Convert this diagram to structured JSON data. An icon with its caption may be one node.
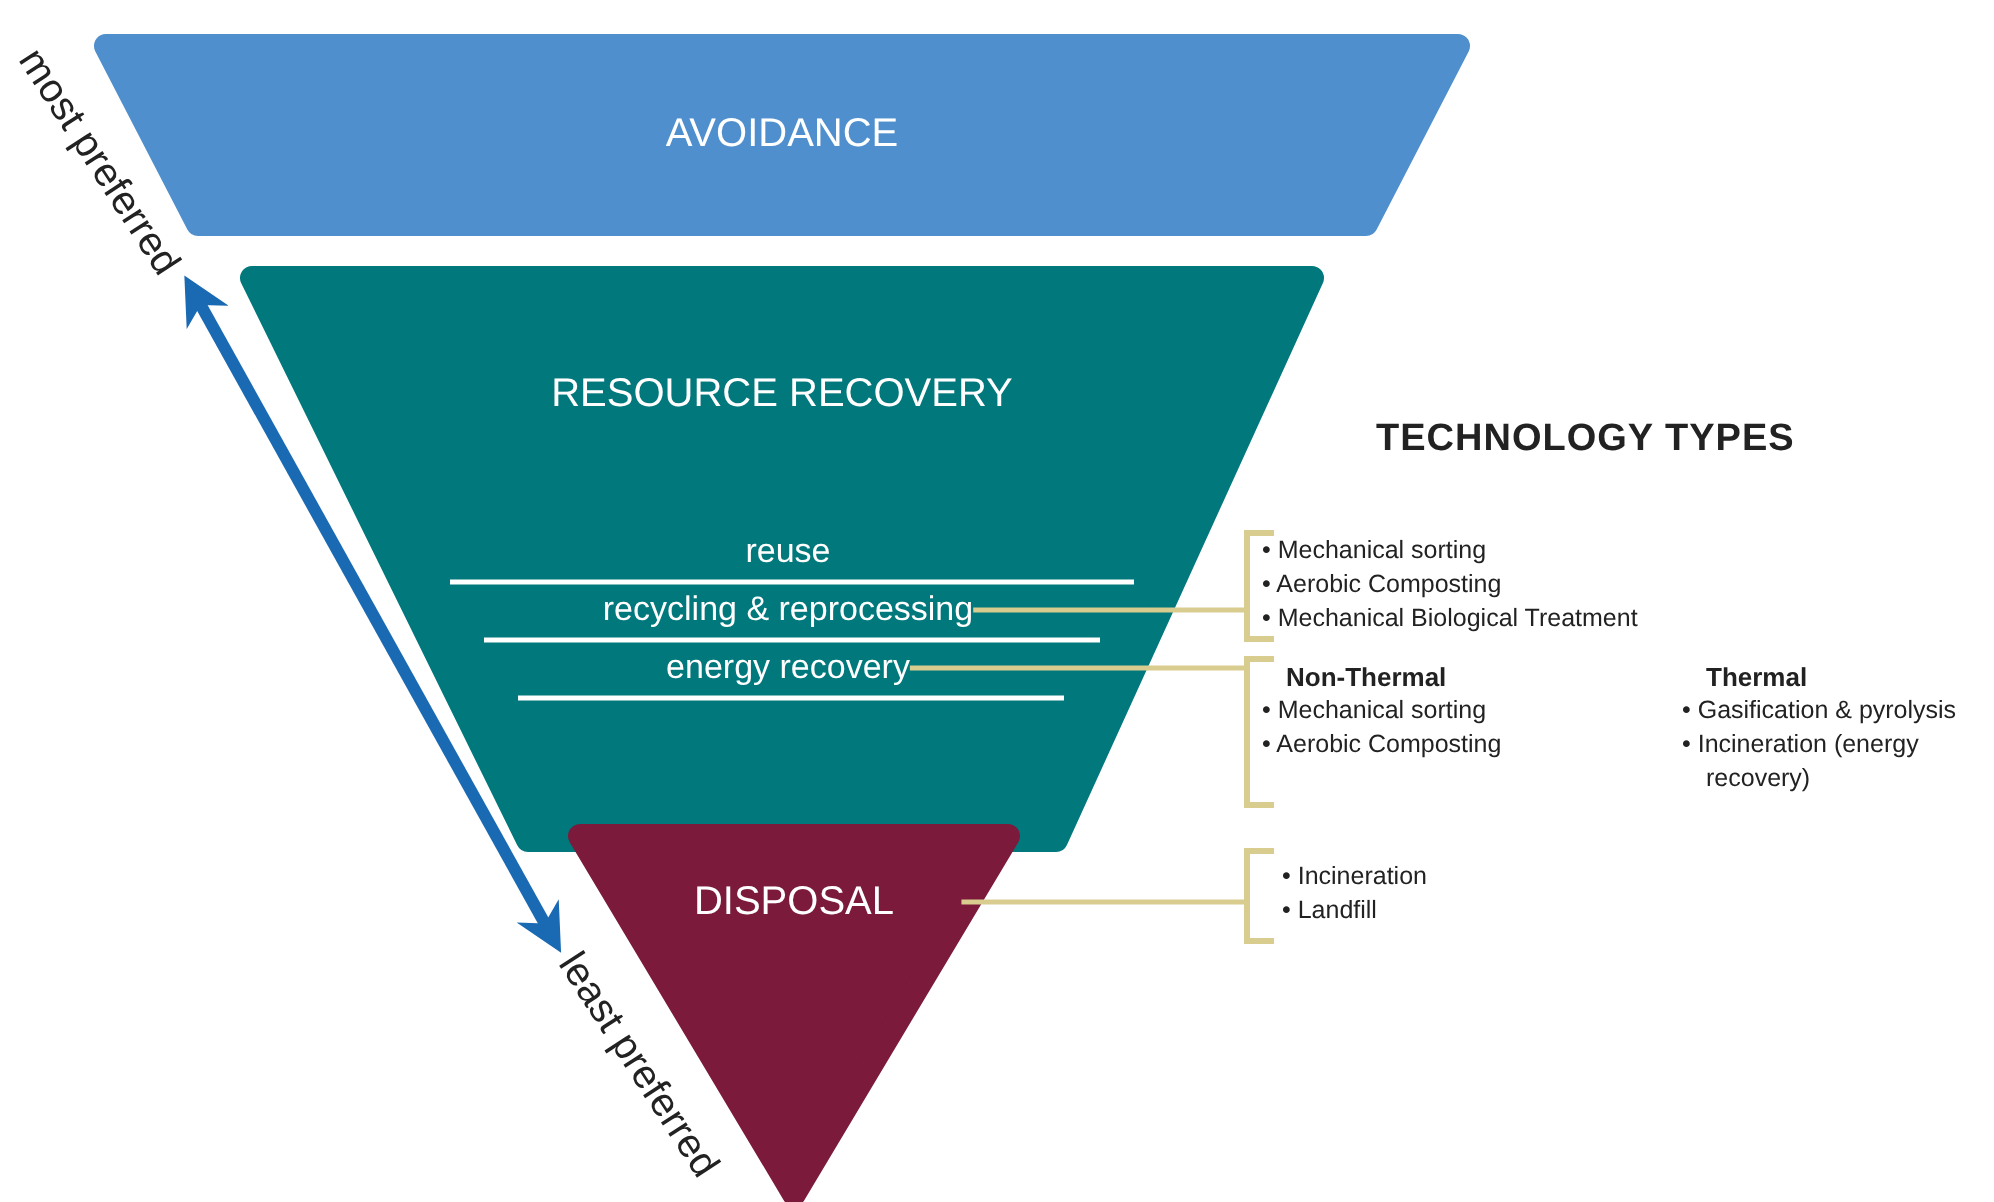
{
  "diagram": {
    "title": "TECHNOLOGY TYPES",
    "nodes": [
      {
        "text": [
          "AVOIDANCE"
        ]
      },
      {
        "text": [
          "RESOURCE RECOVERY"
        ]
      },
      {
        "text": [
          "reuse"
        ],
        "in": 1
      },
      {
        "text": [
          "recycling & reprocessing"
        ],
        "in": 1
      },
      {
        "text": [
          "energy recovery"
        ],
        "in": 1
      },
      {
        "text": [
          "DISPOSAL"
        ]
      },
      {
        "text": [
          "• Mechanical sorting",
          "• Aerobic Composting",
          "• Mechanical Biological Treatment"
        ]
      },
      {
        "text": [
          "Non-Thermal",
          "• Mechanical sorting",
          "• Aerobic Composting",
          "Thermal",
          "• Gasification & pyrolysis",
          "• Incineration (energy recovery)"
        ]
      },
      {
        "text": [
          "• Incineration",
          "• Landfill"
        ]
      },
      {
        "text": [
          "most preferred"
        ]
      },
      {
        "text": [
          "least preferred"
        ]
      }
    ],
    "edges": [
      {
        "from": 3,
        "to": 6,
        "arrow": "none"
      },
      {
        "from": 4,
        "to": 7,
        "arrow": "none"
      },
      {
        "from": 5,
        "to": 8,
        "arrow": "none"
      },
      {
        "from": 9,
        "to": 10,
        "arrow": "both",
        "style": "thick",
        "color": "#1a6ab3"
      }
    ]
  }
}
